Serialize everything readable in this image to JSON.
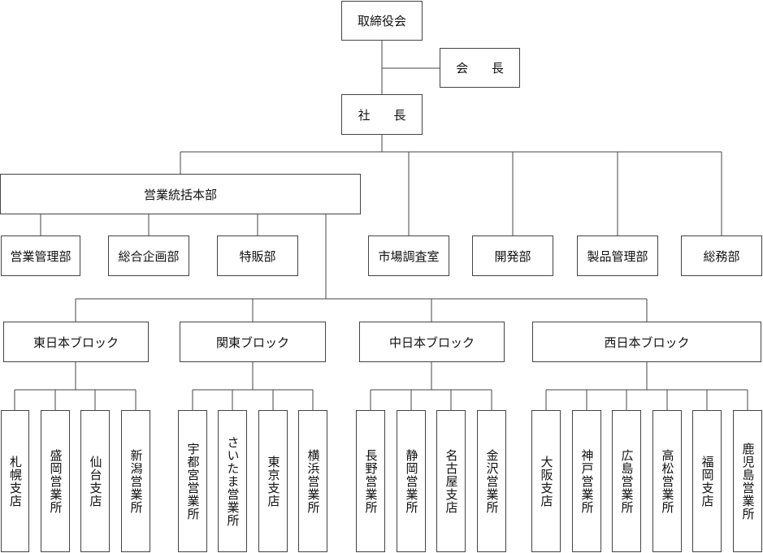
{
  "board": "取締役会",
  "chairman": "会 長",
  "president": "社 長",
  "sales_hq": "営業統括本部",
  "sales_hq_depts": [
    "営業管理部",
    "総合企画部",
    "特販部"
  ],
  "staff_depts": [
    "市場調査室",
    "開発部",
    "製品管理部",
    "総務部"
  ],
  "blocks": [
    {
      "name": "東日本ブロック",
      "offices": [
        "札幌支店",
        "盛岡営業所",
        "仙台支店",
        "新潟営業所"
      ]
    },
    {
      "name": "関東ブロック",
      "offices": [
        "宇都宮営業所",
        "さいたま営業所",
        "東京支店",
        "横浜営業所"
      ]
    },
    {
      "name": "中日本ブロック",
      "offices": [
        "長野営業所",
        "静岡営業所",
        "名古屋支店",
        "金沢営業所"
      ]
    },
    {
      "name": "西日本ブロック",
      "offices": [
        "大阪支店",
        "神戸営業所",
        "広島営業所",
        "高松営業所",
        "福岡支店",
        "鹿児島営業所"
      ]
    }
  ]
}
